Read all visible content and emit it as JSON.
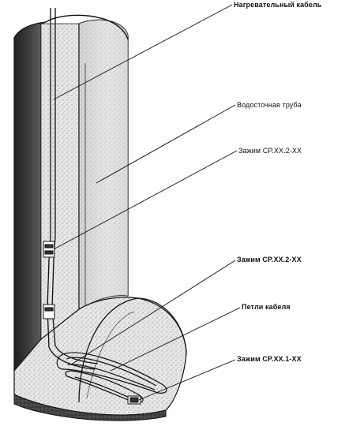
{
  "labels": {
    "heating_cable": "Нагревательный  кабель",
    "downpipe": "Водосточная труба",
    "clamp_upper": "Зажим CP.XX.2-XX",
    "clamp_lower": "Зажим CP.XX.2-XX",
    "cable_loops": "Петли кабеля",
    "clamp_bottom": "Зажим CP.XX.1-XX"
  },
  "colors": {
    "ink": "#111111",
    "wall_dark": "#3a3a3a",
    "pipe_fill": "#d9d9d9",
    "paper": "#ffffff"
  }
}
